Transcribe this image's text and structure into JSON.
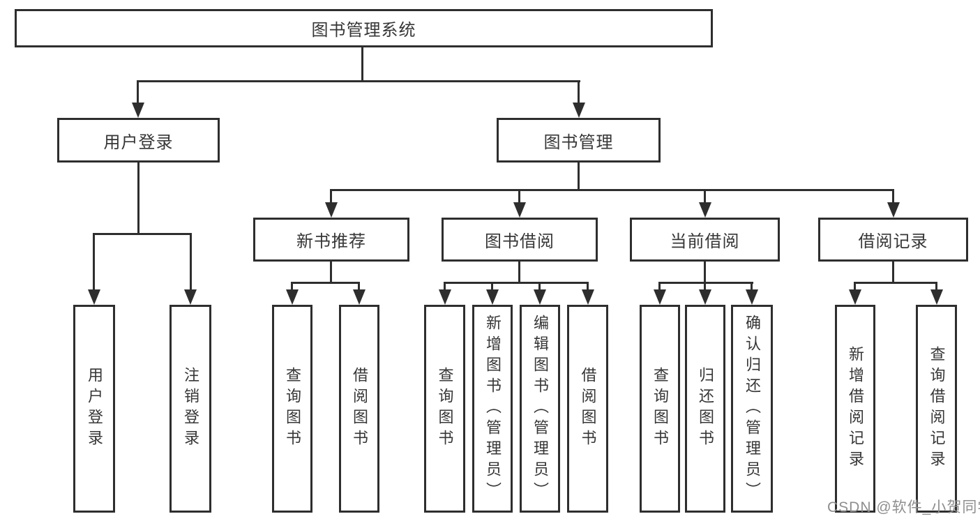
{
  "tree": {
    "root": "图书管理系统",
    "user_login": "用户登录",
    "book_mgmt": "图书管理",
    "login_children": [
      "用户登录",
      "注销登录"
    ],
    "sections": [
      "新书推荐",
      "图书借阅",
      "当前借阅",
      "借阅记录"
    ],
    "recommend_children": [
      "查询图书",
      "借阅图书"
    ],
    "borrow_children": [
      "查询图书",
      "新增图书（管理员）",
      "编辑图书（管理员）",
      "借阅图书"
    ],
    "current_children": [
      "查询图书",
      "归还图书",
      "确认归还（管理员）"
    ],
    "records_children": [
      "新增借阅记录",
      "查询借阅记录"
    ]
  },
  "watermark": "CSDN @软件_小贺同学",
  "colors": {
    "line": "#2e2e2e",
    "text": "#363636",
    "background": "#ffffff",
    "watermark": "#8e8e8e"
  }
}
